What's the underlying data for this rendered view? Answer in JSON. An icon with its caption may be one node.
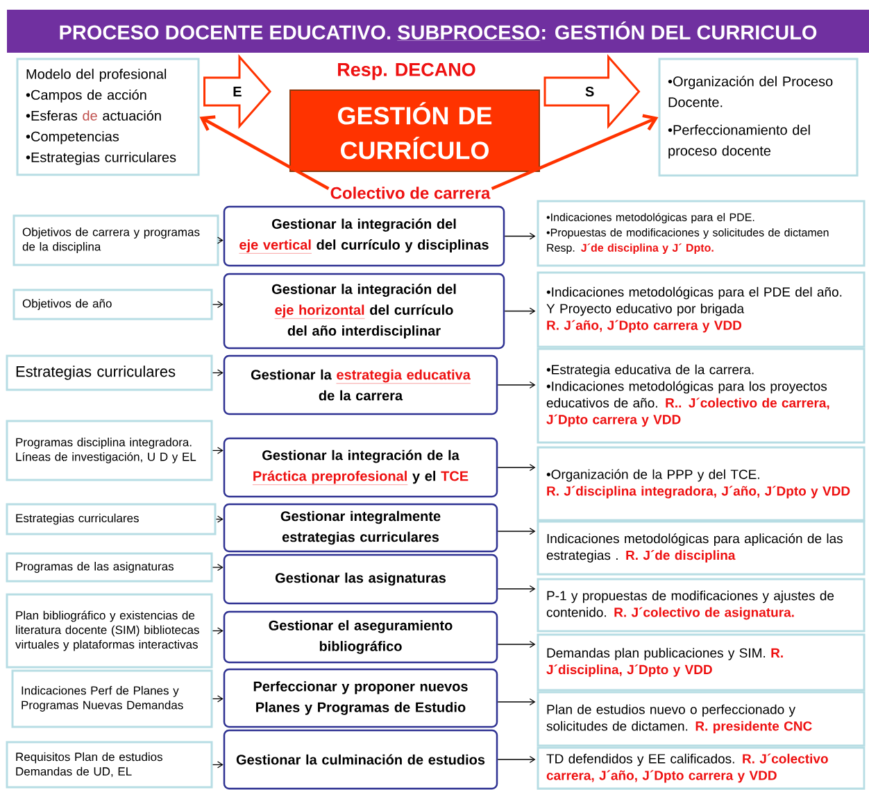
{
  "diagram": {
    "title": "PROCESO DOCENTE EDUCATIVO. *SUBPROCESO*: GESTIÓN DEL CURRICULO",
    "nodes": [
      {
        "text": [
          "Modelo del profesional",
          "•Campos de acción",
          "•Esferas *de* actuación",
          "•Competencias",
          "•Estrategias curriculares"
        ]
      },
      {
        "text": [
          "Resp. DECANO",
          "GESTIÓN DE CURRÍCULO"
        ]
      },
      {
        "text": [
          "•Organización del Proceso Docente.",
          "•Perfeccionamiento del proceso docente"
        ]
      },
      {
        "text": [
          "Colectivo de carrera"
        ]
      },
      {
        "text": [
          "Objetivos de carrera y programas de la disciplina"
        ]
      },
      {
        "text": [
          "Gestionar la integración del *eje vertical* del currículo y disciplinas"
        ]
      },
      {
        "text": [
          "•Indicaciones metodológicas para el PDE.",
          "•Propuestas de modificaciones y solicitudes de dictamen",
          "Resp. **J´de disciplina y J´ Dpto.**"
        ]
      },
      {
        "text": [
          "Objetivos de año"
        ]
      },
      {
        "text": [
          "Gestionar la integración del *eje horizontal* del currículo del año interdisciplinar"
        ]
      },
      {
        "text": [
          "•Indicaciones metodológicas para el PDE del año. Y Proyecto educativo por brigada",
          "**R. J´año, J´Dpto carrera y VDD**"
        ]
      },
      {
        "text": [
          "Estrategias curriculares"
        ]
      },
      {
        "text": [
          "Gestionar la *estrategia educativa* de la carrera"
        ]
      },
      {
        "text": [
          "•Estrategia educativa de la carrera.",
          "•Indicaciones metodológicas para los proyectos educativos de año. **R.. J´colectivo de carrera, J´Dpto carrera y VDD**"
        ]
      },
      {
        "text": [
          "Programas disciplina integradora. Líneas de investigación, U D y EL"
        ]
      },
      {
        "text": [
          "Gestionar la integración de la *Práctica preprofesional* y el **TCE**"
        ]
      },
      {
        "text": [
          "•Organización de la PPP y del TCE.",
          "**R. J´disciplina integradora, J´año, J´Dpto y VDD**"
        ]
      },
      {
        "text": [
          "Estrategias curriculares"
        ]
      },
      {
        "text": [
          "Gestionar integralmente estrategias curriculares"
        ]
      },
      {
        "text": [
          "Indicaciones metodológicas para aplicación de las estrategias . **R. J´de disciplina**"
        ]
      },
      {
        "text": [
          "Programas de las asignaturas"
        ]
      },
      {
        "text": [
          "Gestionar las asignaturas"
        ]
      },
      {
        "text": [
          "P-1 y propuestas de modificaciones y ajustes de contenido. **R. J´colectivo de asignatura.**"
        ]
      },
      {
        "text": [
          "Plan bibliográfico y existencias de literatura docente (SIM) bibliotecas virtuales y plataformas interactivas"
        ]
      },
      {
        "text": [
          "Gestionar el aseguramiento bibliográfico"
        ]
      },
      {
        "text": [
          "Demandas plan publicaciones y SIM. **R. J´disciplina, J´Dpto y VDD**"
        ]
      },
      {
        "text": [
          "Indicaciones Perf de Planes y Programas Nuevas Demandas"
        ]
      },
      {
        "text": [
          "Perfeccionar y proponer nuevos Planes y Programas de Estudio"
        ]
      },
      {
        "text": [
          "Plan de estudios nuevo o perfeccionado y solicitudes de dictamen. **R. presidente CNC**"
        ]
      },
      {
        "text": [
          "Requisitos Plan de estudios Demandas de UD, EL"
        ]
      },
      {
        "text": [
          "Gestionar la culminación de estudios"
        ]
      },
      {
        "text": [
          "TD defendidos y EE calificados. **R. J´colectivo carrera, J´año, J´Dpto carrera y VDD**"
        ]
      }
    ],
    "edges": [
      {
        "from": 0,
        "to": 1,
        "arrow": "to",
        "label": "E",
        "style": "thick",
        "color": "#ff3300"
      },
      {
        "from": 1,
        "to": 2,
        "arrow": "to",
        "label": "S",
        "style": "thick",
        "color": "#ff3300"
      },
      {
        "from": 3,
        "to": 0,
        "arrow": "to",
        "style": "thick",
        "color": "#ff3300"
      },
      {
        "from": 3,
        "to": 2,
        "arrow": "to",
        "style": "thick",
        "color": "#ff3300"
      },
      {
        "from": 4,
        "to": 5,
        "arrow": "to"
      },
      {
        "from": 5,
        "to": 6,
        "arrow": "to"
      },
      {
        "from": 7,
        "to": 8,
        "arrow": "to"
      },
      {
        "from": 8,
        "to": 9,
        "arrow": "to"
      },
      {
        "from": 10,
        "to": 11,
        "arrow": "to"
      },
      {
        "from": 11,
        "to": 12,
        "arrow": "to"
      },
      {
        "from": 13,
        "to": 14,
        "arrow": "to"
      },
      {
        "from": 14,
        "to": 15,
        "arrow": "to"
      },
      {
        "from": 16,
        "to": 17,
        "arrow": "to"
      },
      {
        "from": 17,
        "to": 18,
        "arrow": "to"
      },
      {
        "from": 19,
        "to": 20,
        "arrow": "to"
      },
      {
        "from": 20,
        "to": 21,
        "arrow": "to"
      },
      {
        "from": 22,
        "to": 23,
        "arrow": "to"
      },
      {
        "from": 23,
        "to": 24,
        "arrow": "to"
      },
      {
        "from": 25,
        "to": 26,
        "arrow": "to"
      },
      {
        "from": 26,
        "to": 27,
        "arrow": "to"
      },
      {
        "from": 28,
        "to": 29,
        "arrow": "to"
      },
      {
        "from": 29,
        "to": 30,
        "arrow": "to"
      }
    ]
  }
}
